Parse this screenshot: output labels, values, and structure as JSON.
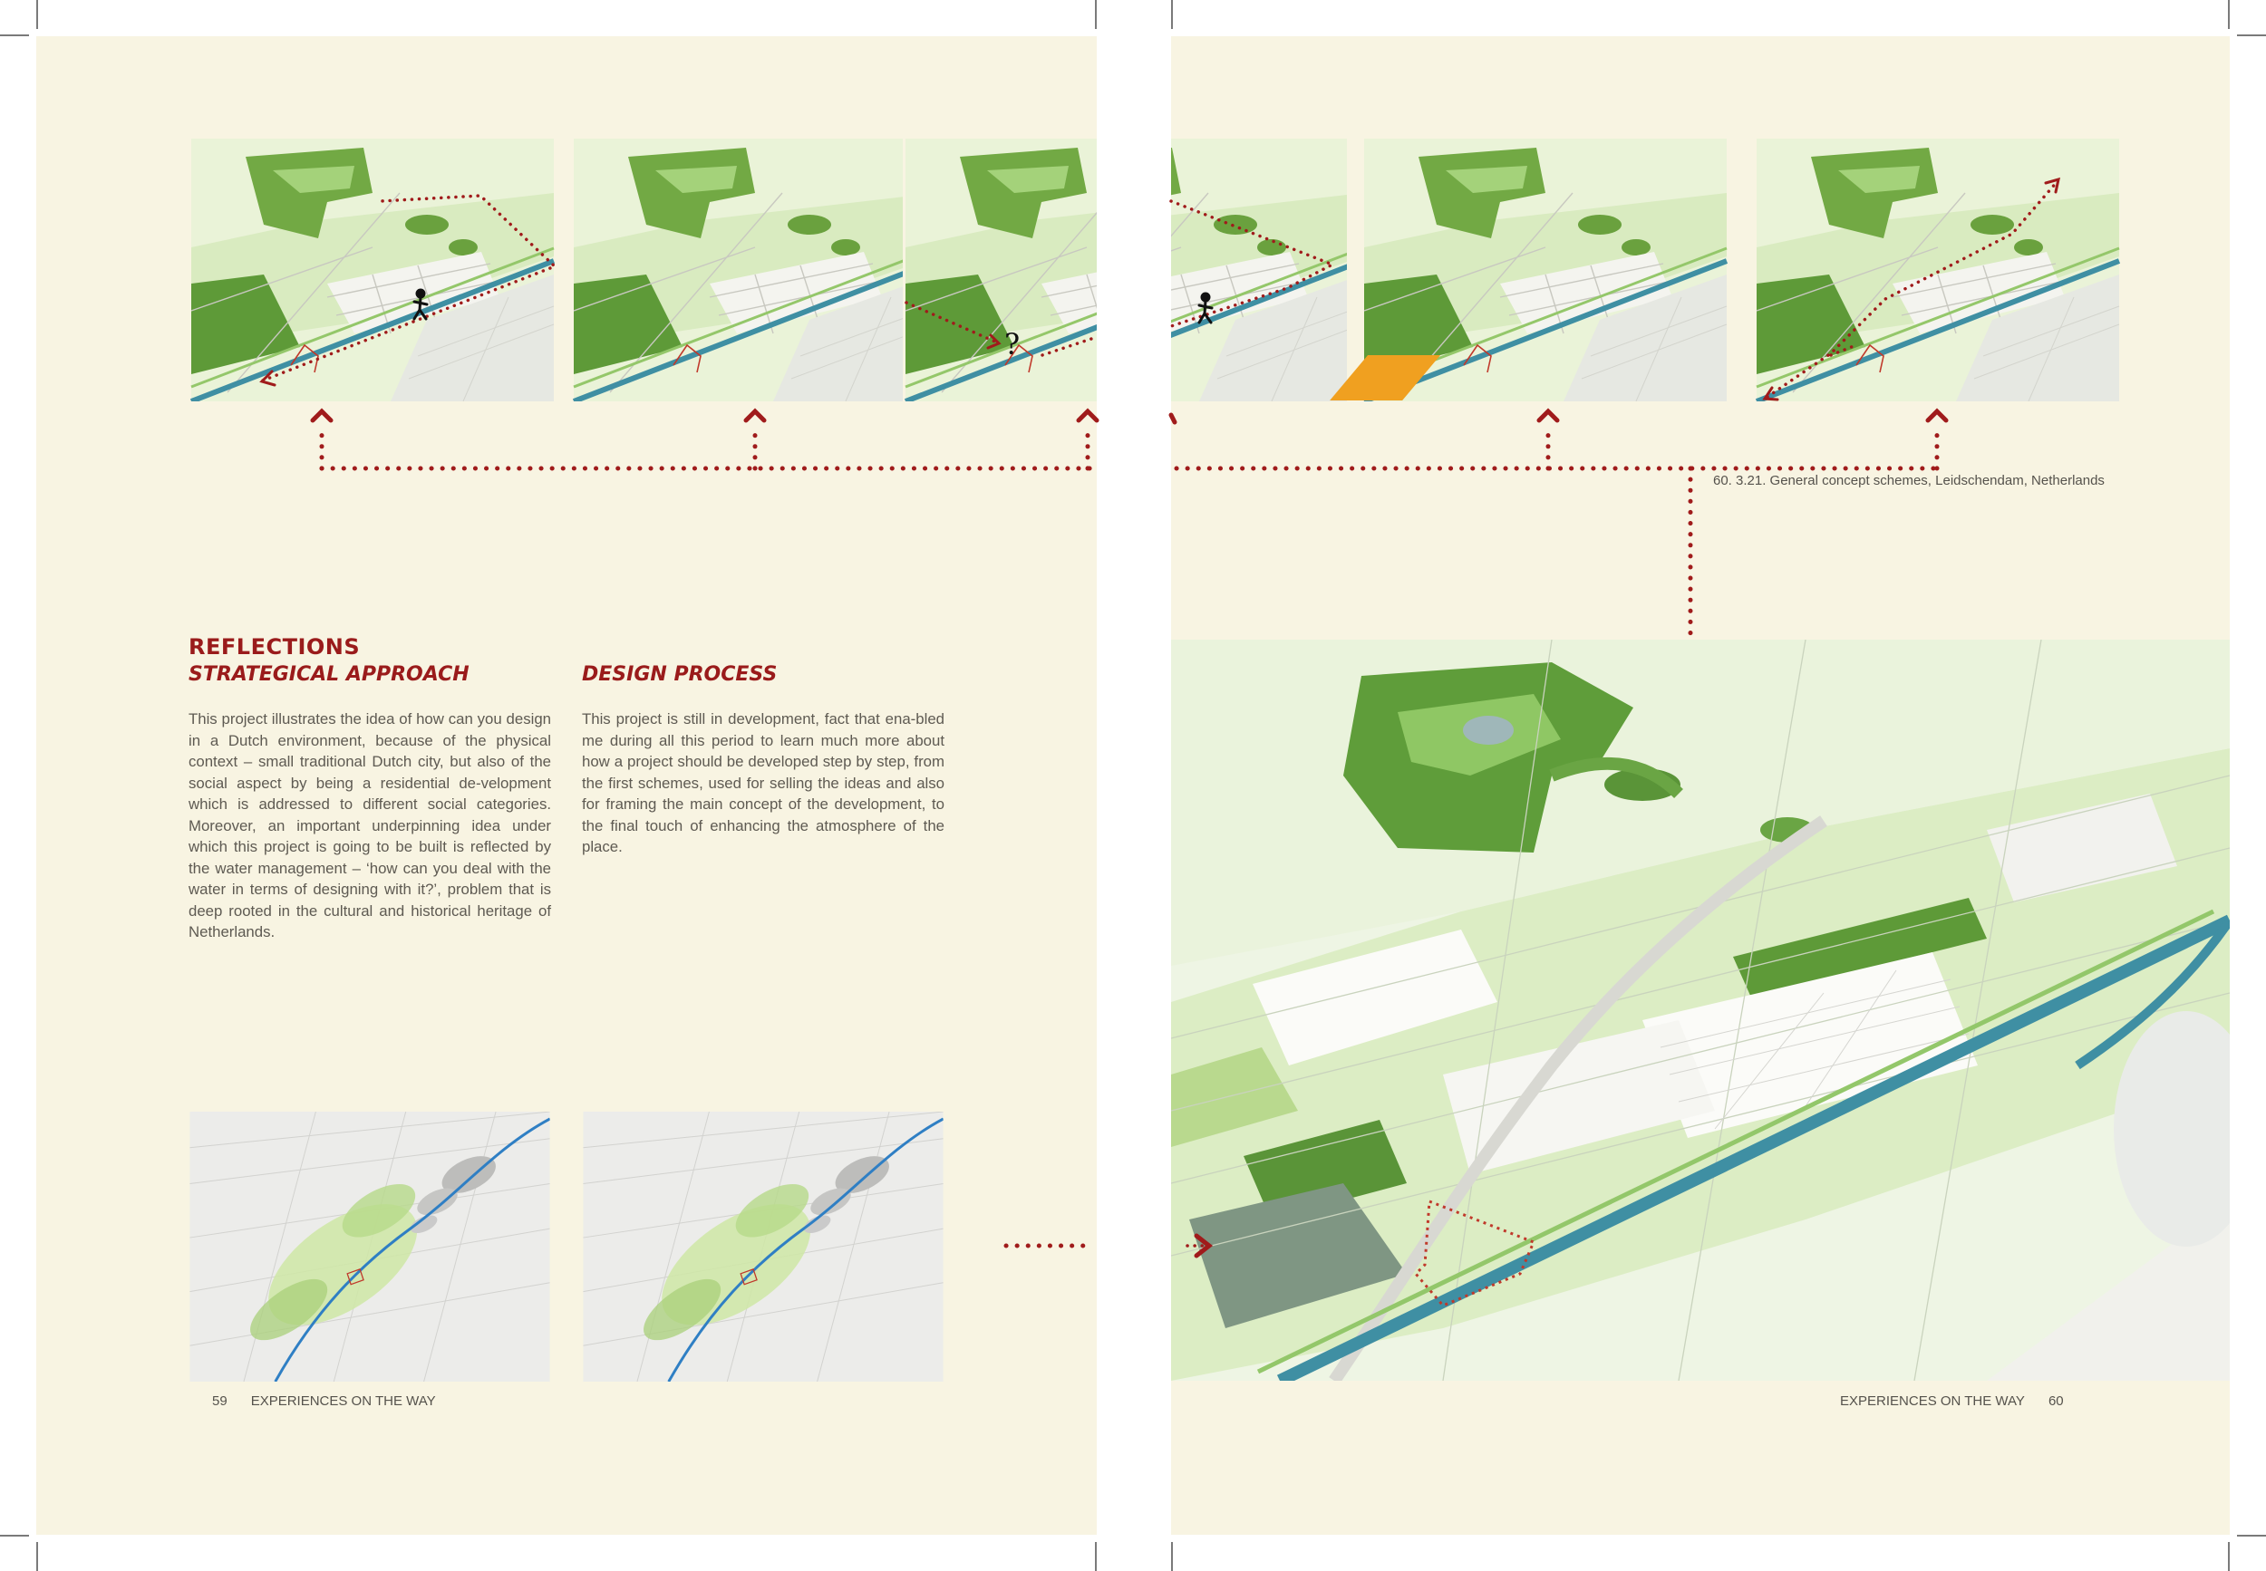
{
  "left_page": {
    "heading": "REFLECTIONS",
    "column1": {
      "subheading": "STRATEGICAL APPROACH",
      "body": "This project illustrates the idea of how can you design in a Dutch environment, because of the physical context – small traditional Dutch city, but also of the social aspect by being a residential de-velopment which is addressed to different social categories. Moreover, an important underpinning idea under which this project is going to be built is reflected by the water management – ‘how can you deal with the water in terms of designing with it?’, problem that is deep rooted in the cultural and historical heritage of Netherlands."
    },
    "column2": {
      "subheading": "DESIGN PROCESS",
      "body": "This project is still in development, fact that ena-bled me during all this period to learn much more about how a project should be developed step by step, from the first schemes, used for selling the ideas and also for framing the main concept of the development, to the final touch of enhancing the atmosphere of the place."
    },
    "footer": {
      "page_number": "59",
      "title": "EXPERIENCES ON THE WAY"
    }
  },
  "right_page": {
    "caption": "60. 3.21.  General concept schemes, Leidschendam, Netherlands",
    "footer": {
      "page_number": "60",
      "title": "EXPERIENCES ON THE WAY"
    }
  },
  "annotations": {
    "question_mark": "?"
  },
  "colors": {
    "page_background": "#f8f4e2",
    "heading_red": "#9a1b1b",
    "dotted_arrow_red": "#a01b1b",
    "map_green": "#8cc65a",
    "water_blue": "#3f8fa3",
    "highlight_orange": "#f0a020"
  }
}
